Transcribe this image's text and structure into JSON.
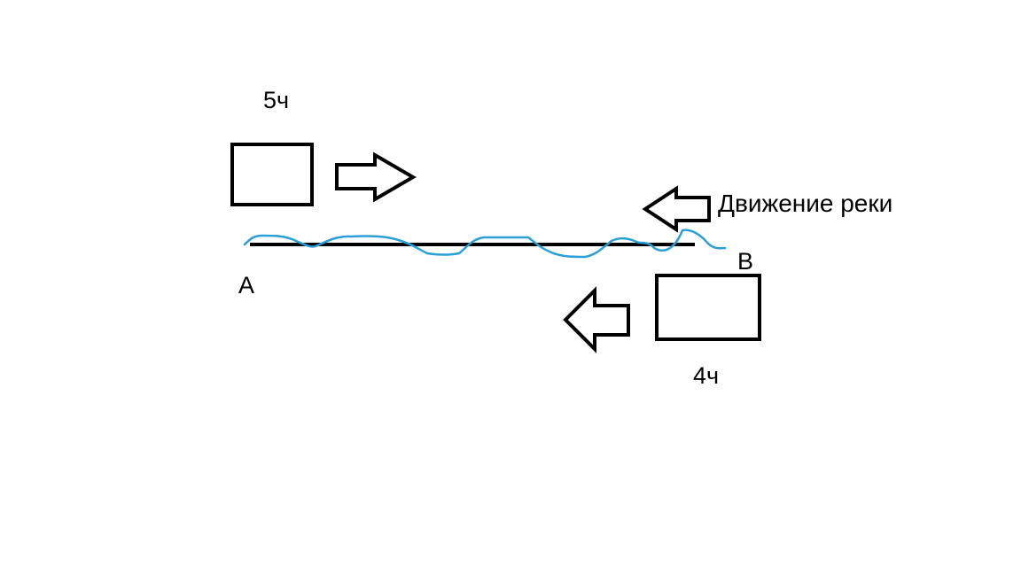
{
  "labels": {
    "time_downstream": "5ч",
    "time_upstream": "4ч",
    "point_a": "А",
    "point_b": "В",
    "river_flow": "Движение реки"
  },
  "colors": {
    "ink": "#000000",
    "river": "#2a9fd6",
    "background": "#ffffff"
  },
  "icons": {
    "boat_top": "rectangle-boat-icon",
    "boat_bottom": "rectangle-boat-icon",
    "arrow_right": "arrow-right-icon",
    "arrow_left_current": "arrow-left-icon",
    "arrow_left_boat": "arrow-left-icon"
  }
}
